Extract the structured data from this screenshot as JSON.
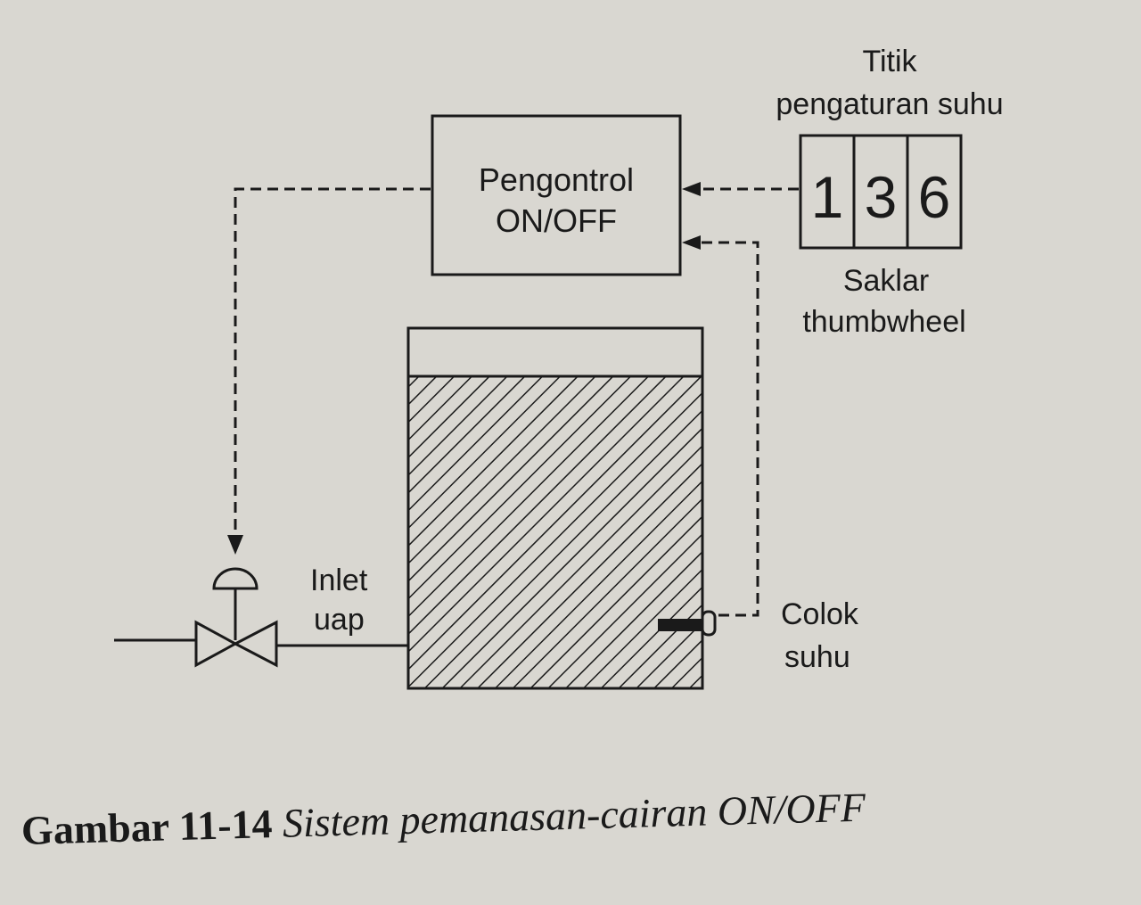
{
  "controller": {
    "line1": "Pengontrol",
    "line2": "ON/OFF"
  },
  "setpoint": {
    "line1": "Titik",
    "line2": "pengaturan suhu",
    "digits": [
      "1",
      "3",
      "6"
    ]
  },
  "switch": {
    "line1": "Saklar",
    "line2": "thumbwheel"
  },
  "inlet": {
    "line1": "Inlet",
    "line2": "uap"
  },
  "probe": {
    "line1": "Colok",
    "line2": "suhu"
  },
  "caption": {
    "number": "Gambar 11-14",
    "title": "Sistem pemanasan-cairan ON/OFF"
  }
}
